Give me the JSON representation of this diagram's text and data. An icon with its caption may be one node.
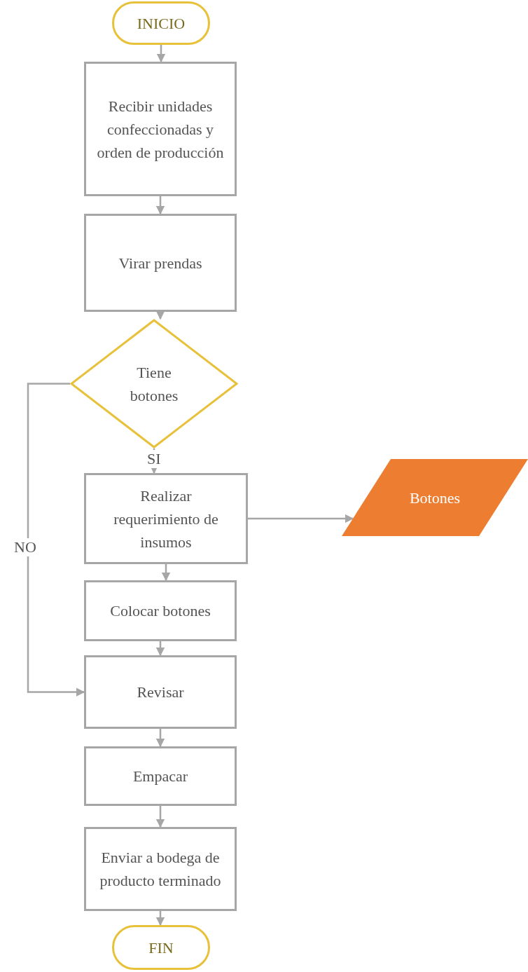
{
  "diagram": {
    "nodes": [
      {
        "text": [
          "INICIO"
        ]
      },
      {
        "text": [
          "Recibir unidades confeccionadas y orden de producción"
        ]
      },
      {
        "text": [
          "Virar prendas"
        ]
      },
      {
        "text": [
          "Tiene botones"
        ]
      },
      {
        "text": [
          "Realizar requerimiento de insumos"
        ]
      },
      {
        "text": [
          "Botones"
        ]
      },
      {
        "text": [
          "Colocar botones"
        ]
      },
      {
        "text": [
          "Revisar"
        ]
      },
      {
        "text": [
          "Empacar"
        ]
      },
      {
        "text": [
          "Enviar a bodega de producto terminado"
        ]
      },
      {
        "text": [
          "FIN"
        ]
      }
    ],
    "edges": [
      {
        "from": 0,
        "to": 1,
        "arrow": "to"
      },
      {
        "from": 1,
        "to": 2,
        "arrow": "to"
      },
      {
        "from": 2,
        "to": 3,
        "arrow": "to"
      },
      {
        "from": 3,
        "to": 4,
        "arrow": "to",
        "label": "SI"
      },
      {
        "from": 4,
        "to": 5,
        "arrow": "to"
      },
      {
        "from": 4,
        "to": 6,
        "arrow": "to"
      },
      {
        "from": 3,
        "to": 7,
        "arrow": "to",
        "label": "NO"
      },
      {
        "from": 6,
        "to": 7,
        "arrow": "to"
      },
      {
        "from": 7,
        "to": 8,
        "arrow": "to"
      },
      {
        "from": 8,
        "to": 9,
        "arrow": "to"
      },
      {
        "from": 9,
        "to": 10,
        "arrow": "to"
      }
    ]
  }
}
